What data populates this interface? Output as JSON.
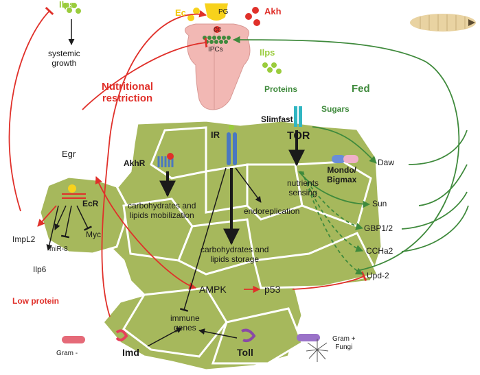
{
  "labels": {
    "ilps_top": "Ilps",
    "systemic_growth": "systemic\ngrowth",
    "ec": "Ec",
    "pg": "PG",
    "cc": "CC",
    "akh": "Akh",
    "ipcs": "IPCs",
    "ilps_mid": "Ilps",
    "nutritional_restriction": "Nutritional\nrestriction",
    "proteins": "Proteins",
    "fed": "Fed",
    "sugars": "Sugars",
    "slimfast": "Slimfast",
    "tor": "TOR",
    "ir": "IR",
    "akhr": "AkhR",
    "egr": "Egr",
    "ecr": "EcR",
    "mondo_bigmax": "Mondo/\nBigmax",
    "daw": "Daw",
    "nutrients_sensing": "nutrients\nsensing",
    "carb_mobilization": "carbohydrates and\nlipids mobilization",
    "endoreplication": "endoreplication",
    "sun": "Sun",
    "gbp": "GBP1/2",
    "ccha2": "CCHa2",
    "upd2": "Upd-2",
    "impl2": "ImpL2",
    "mir8": "miR-8",
    "myc": "Myc",
    "ilp6": "Ilp6",
    "carb_storage": "carbohydrates and\nlipids storage",
    "ampk": "AMPK",
    "p53": "p53",
    "low_protein": "Low protein",
    "immune_genes": "immune\ngenes",
    "gram_neg": "Gram -",
    "imd": "Imd",
    "toll": "Toll",
    "gram_pos_fungi": "Gram +\nFungi"
  },
  "colors": {
    "red": "#e0302a",
    "green": "#3f8a3c",
    "lime": "#9acc3c",
    "fat_body": "#a6b85c",
    "brain": "#f2b8b4",
    "yellow": "#f7d21c",
    "receptor_blue": "#4a78c0",
    "slimfast_teal": "#31b6c2"
  }
}
